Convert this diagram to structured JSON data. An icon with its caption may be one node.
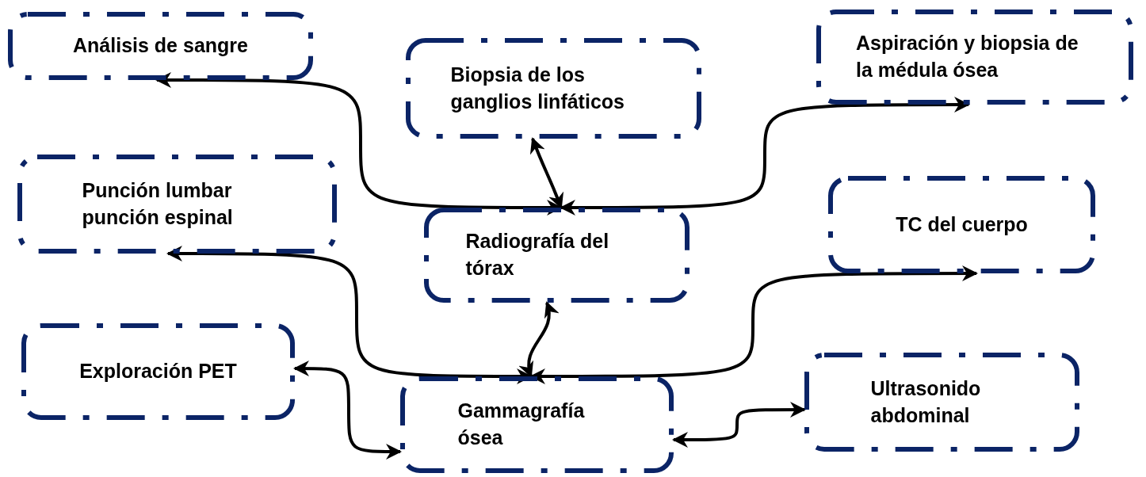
{
  "diagram": {
    "nodes": [
      {
        "text": [
          "Análisis de sangre"
        ]
      },
      {
        "text": [
          "Biopsia de los ganglios linfáticos"
        ]
      },
      {
        "text": [
          "Aspiración y biopsia de la médula ósea"
        ]
      },
      {
        "text": [
          "Punción lumbar punción espinal"
        ]
      },
      {
        "text": [
          "Radiografía del tórax"
        ]
      },
      {
        "text": [
          "TC del cuerpo"
        ]
      },
      {
        "text": [
          "Exploración PET"
        ]
      },
      {
        "text": [
          "Gammagrafía ósea"
        ]
      },
      {
        "text": [
          "Ultrasonido abdominal"
        ]
      }
    ],
    "edges": [
      {
        "from": 4,
        "to": 0,
        "arrow": "both"
      },
      {
        "from": 4,
        "to": 1,
        "arrow": "both"
      },
      {
        "from": 4,
        "to": 2,
        "arrow": "both"
      },
      {
        "from": 7,
        "to": 3,
        "arrow": "both"
      },
      {
        "from": 7,
        "to": 4,
        "arrow": "both"
      },
      {
        "from": 7,
        "to": 5,
        "arrow": "both"
      },
      {
        "from": 7,
        "to": 6,
        "arrow": "both"
      },
      {
        "from": 7,
        "to": 8,
        "arrow": "both"
      }
    ]
  }
}
